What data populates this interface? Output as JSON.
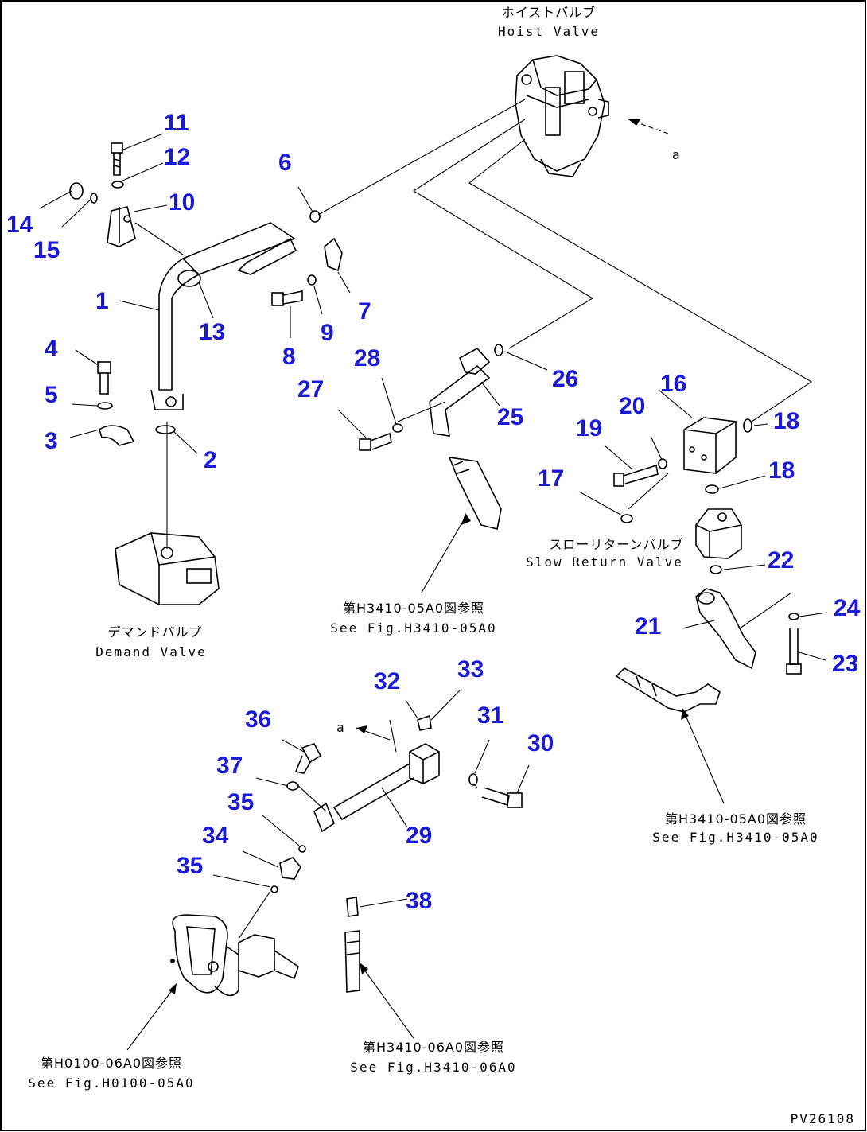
{
  "colors": {
    "part_number": "#1a1ad6",
    "line": "#000000",
    "background": "#ffffff"
  },
  "labels": {
    "hoist_jp": "ホイストバルブ",
    "hoist_en": "Hoist Valve",
    "demand_jp": "デマンドバルブ",
    "demand_en": "Demand Valve",
    "slow_jp": "スローリターンバルブ",
    "slow_en": "Slow Return Valve",
    "ref1_jp": "第H3410-05A0図参照",
    "ref1_en": "See Fig.H3410-05A0",
    "ref2_jp": "第H3410-05A0図参照",
    "ref2_en": "See Fig.H3410-05A0",
    "ref3_jp": "第H0100-06A0図参照",
    "ref3_en": "See Fig.H0100-05A0",
    "ref4_jp": "第H3410-06A0図参照",
    "ref4_en": "See Fig.H3410-06A0",
    "marker_a_top": "a",
    "marker_a_mid": "a",
    "drawing_code": "PV26108"
  },
  "parts": [
    {
      "id": "1",
      "n": "1"
    },
    {
      "id": "2",
      "n": "2"
    },
    {
      "id": "3",
      "n": "3"
    },
    {
      "id": "4",
      "n": "4"
    },
    {
      "id": "5",
      "n": "5"
    },
    {
      "id": "6",
      "n": "6"
    },
    {
      "id": "7",
      "n": "7"
    },
    {
      "id": "8",
      "n": "8"
    },
    {
      "id": "9",
      "n": "9"
    },
    {
      "id": "10",
      "n": "10"
    },
    {
      "id": "11",
      "n": "11"
    },
    {
      "id": "12",
      "n": "12"
    },
    {
      "id": "13",
      "n": "13"
    },
    {
      "id": "14",
      "n": "14"
    },
    {
      "id": "15",
      "n": "15"
    },
    {
      "id": "16",
      "n": "16"
    },
    {
      "id": "17",
      "n": "17"
    },
    {
      "id": "18a",
      "n": "18"
    },
    {
      "id": "18b",
      "n": "18"
    },
    {
      "id": "19",
      "n": "19"
    },
    {
      "id": "20",
      "n": "20"
    },
    {
      "id": "21",
      "n": "21"
    },
    {
      "id": "22",
      "n": "22"
    },
    {
      "id": "23",
      "n": "23"
    },
    {
      "id": "24",
      "n": "24"
    },
    {
      "id": "25",
      "n": "25"
    },
    {
      "id": "26",
      "n": "26"
    },
    {
      "id": "27",
      "n": "27"
    },
    {
      "id": "28",
      "n": "28"
    },
    {
      "id": "29",
      "n": "29"
    },
    {
      "id": "30",
      "n": "30"
    },
    {
      "id": "31",
      "n": "31"
    },
    {
      "id": "32",
      "n": "32"
    },
    {
      "id": "33",
      "n": "33"
    },
    {
      "id": "34",
      "n": "34"
    },
    {
      "id": "35a",
      "n": "35"
    },
    {
      "id": "35b",
      "n": "35"
    },
    {
      "id": "36",
      "n": "36"
    },
    {
      "id": "37",
      "n": "37"
    },
    {
      "id": "38",
      "n": "38"
    }
  ]
}
